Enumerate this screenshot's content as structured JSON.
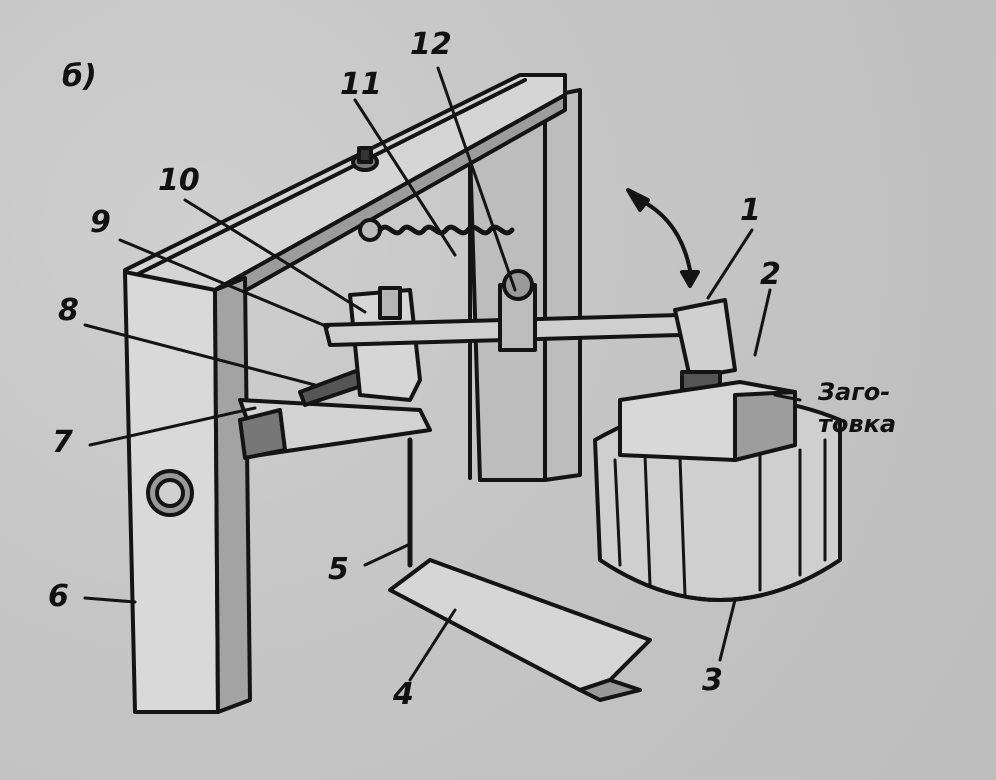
{
  "figure": {
    "panel_label": "б)",
    "workpiece_label_line1": "Заго-",
    "workpiece_label_line2": "товка"
  },
  "callouts": [
    {
      "id": "1",
      "text": "1"
    },
    {
      "id": "2",
      "text": "2"
    },
    {
      "id": "3",
      "text": "3"
    },
    {
      "id": "4",
      "text": "4"
    },
    {
      "id": "5",
      "text": "5"
    },
    {
      "id": "6",
      "text": "6"
    },
    {
      "id": "7",
      "text": "7"
    },
    {
      "id": "8",
      "text": "8"
    },
    {
      "id": "9",
      "text": "9"
    },
    {
      "id": "10",
      "text": "10"
    },
    {
      "id": "11",
      "text": "11"
    },
    {
      "id": "12",
      "text": "12"
    }
  ],
  "colors": {
    "ink": "#141414",
    "paper": "#c9c9c9",
    "shade": "#8a8a8a",
    "light": "#e0e0e0"
  }
}
